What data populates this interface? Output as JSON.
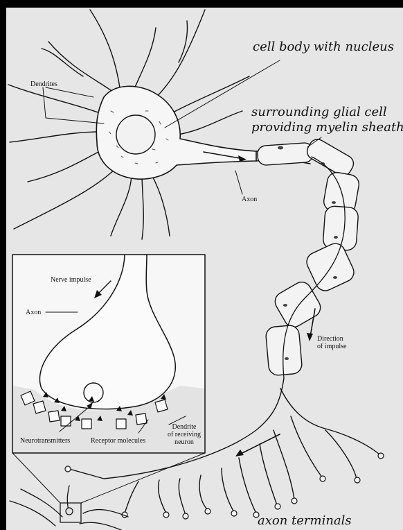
{
  "labels": {
    "cell_body": "cell body with nucleus",
    "glial_line1": "surrounding glial cell",
    "glial_line2": "providing myelin sheath",
    "axon_terminals": "axon terminals",
    "dendrites": "Dendrites",
    "axon_main": "Axon",
    "direction_line1": "Direction",
    "direction_line2": "of impulse",
    "nerve_impulse": "Nerve impulse",
    "axon_inset": "Axon",
    "dendrite_line1": "Dendrite",
    "dendrite_line2": "of receiving",
    "dendrite_line3": "neuron",
    "neurotransmitters": "Neurotransmitters",
    "receptor_molecules": "Receptor molecules"
  },
  "colors": {
    "background": "#e6e6e6",
    "ink": "#111111",
    "cell_fill": "#f6f6f6",
    "frame": "#000000"
  }
}
